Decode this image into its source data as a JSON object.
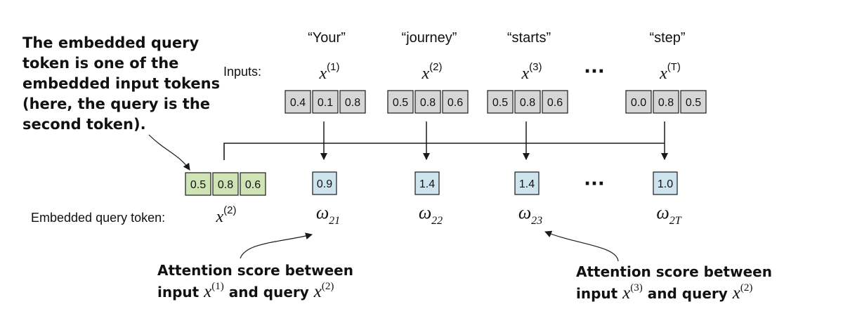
{
  "callout_query": [
    "The embedded query",
    "token is one of the",
    "embedded input tokens",
    "(here, the query is the",
    "second token)."
  ],
  "inputs_label": "Inputs:",
  "query_label": "Embedded query token:",
  "ellipsis": "···",
  "x_symbol": "x",
  "omega_symbol": "ω",
  "query_token": {
    "superscript": "(2)",
    "values": [
      "0.5",
      "0.8",
      "0.6"
    ],
    "color": "#cfe3b5"
  },
  "tokens": [
    {
      "word": "“Your”",
      "superscript": "(1)",
      "values": [
        "0.4",
        "0.1",
        "0.8"
      ],
      "score": "0.9",
      "score_subscript": "21"
    },
    {
      "word": "“journey”",
      "superscript": "(2)",
      "values": [
        "0.5",
        "0.8",
        "0.6"
      ],
      "score": "1.4",
      "score_subscript": "22"
    },
    {
      "word": "“starts”",
      "superscript": "(3)",
      "values": [
        "0.5",
        "0.8",
        "0.6"
      ],
      "score": "1.4",
      "score_subscript": "23"
    },
    {
      "word": "“step”",
      "superscript": "(T)",
      "values": [
        "0.0",
        "0.8",
        "0.5"
      ],
      "score": "1.0",
      "score_subscript": "2T"
    }
  ],
  "callout_left": {
    "line1": "Attention score between",
    "prefix": "input",
    "sup_a": "(1)",
    "mid": "and query",
    "sup_b": "(2)"
  },
  "callout_right": {
    "line1": "Attention score between",
    "prefix": "input",
    "sup_a": "(3)",
    "mid": "and query",
    "sup_b": "(2)"
  },
  "colors": {
    "input_cell": "#d6d6d6",
    "score_cell": "#cde4ef",
    "stroke": "#1a1a1a"
  }
}
